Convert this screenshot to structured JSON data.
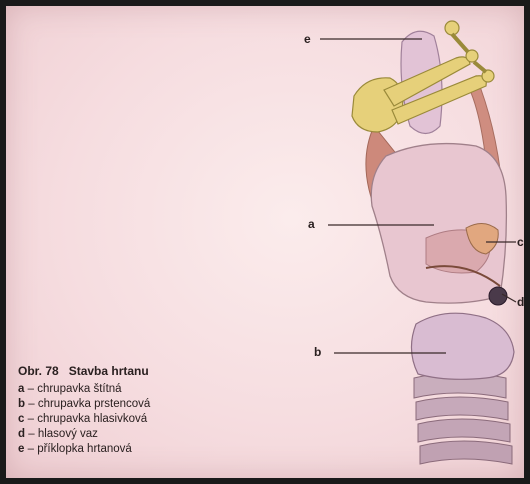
{
  "labels": {
    "a": "a",
    "b": "b",
    "c": "c",
    "d": "d",
    "e": "e"
  },
  "caption": {
    "number": "Obr. 78",
    "title": "Stavba hrtanu",
    "items": [
      {
        "key": "a",
        "text": "– chrupavka štítná"
      },
      {
        "key": "b",
        "text": "– chrupavka prstencová"
      },
      {
        "key": "c",
        "text": "– chrupavka hlasivková"
      },
      {
        "key": "d",
        "text": "– hlasový vaz"
      },
      {
        "key": "e",
        "text": "– příklopka hrtanová"
      }
    ]
  },
  "colors": {
    "hyoid": "#e6d07a",
    "thyroid": "#e8c6d0",
    "cricoid": "#d9bcd2",
    "muscle": "#c98070",
    "trachea": "#c9aebd"
  }
}
